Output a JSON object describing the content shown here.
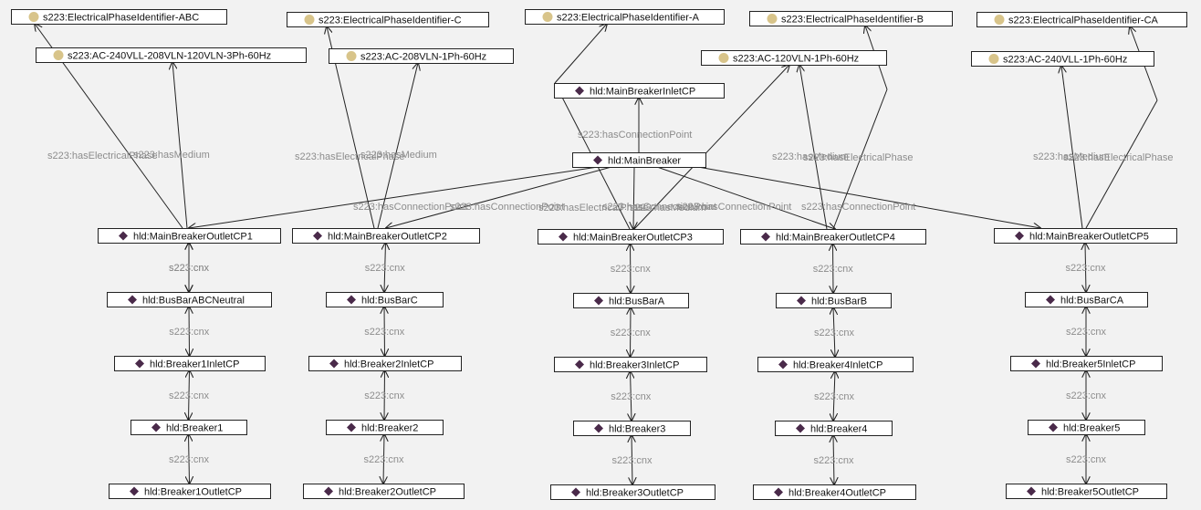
{
  "colors": {
    "background": "#f2f2f2",
    "individual_marker": "#4a2a4a",
    "class_marker": "#d8c48a",
    "edge": "#222222",
    "edge_label": "#8c8c8c"
  },
  "nodes": [
    {
      "id": "phABC",
      "label": "s223:ElectricalPhaseIdentifier-ABC",
      "kind": "class"
    },
    {
      "id": "phC",
      "label": "s223:ElectricalPhaseIdentifier-C",
      "kind": "class"
    },
    {
      "id": "phA",
      "label": "s223:ElectricalPhaseIdentifier-A",
      "kind": "class"
    },
    {
      "id": "phB",
      "label": "s223:ElectricalPhaseIdentifier-B",
      "kind": "class"
    },
    {
      "id": "phCA",
      "label": "s223:ElectricalPhaseIdentifier-CA",
      "kind": "class"
    },
    {
      "id": "med3ph",
      "label": "s223:AC-240VLL-208VLN-120VLN-3Ph-60Hz",
      "kind": "class"
    },
    {
      "id": "med208",
      "label": "s223:AC-208VLN-1Ph-60Hz",
      "kind": "class"
    },
    {
      "id": "med120",
      "label": "s223:AC-120VLN-1Ph-60Hz",
      "kind": "class"
    },
    {
      "id": "med240",
      "label": "s223:AC-240VLL-1Ph-60Hz",
      "kind": "class"
    },
    {
      "id": "mbInlet",
      "label": "hld:MainBreakerInletCP",
      "kind": "individual"
    },
    {
      "id": "mb",
      "label": "hld:MainBreaker",
      "kind": "individual"
    },
    {
      "id": "o1",
      "label": "hld:MainBreakerOutletCP1",
      "kind": "individual"
    },
    {
      "id": "o2",
      "label": "hld:MainBreakerOutletCP2",
      "kind": "individual"
    },
    {
      "id": "o3",
      "label": "hld:MainBreakerOutletCP3",
      "kind": "individual"
    },
    {
      "id": "o4",
      "label": "hld:MainBreakerOutletCP4",
      "kind": "individual"
    },
    {
      "id": "o5",
      "label": "hld:MainBreakerOutletCP5",
      "kind": "individual"
    },
    {
      "id": "bus1",
      "label": "hld:BusBarABCNeutral",
      "kind": "individual"
    },
    {
      "id": "bus2",
      "label": "hld:BusBarC",
      "kind": "individual"
    },
    {
      "id": "bus3",
      "label": "hld:BusBarA",
      "kind": "individual"
    },
    {
      "id": "bus4",
      "label": "hld:BusBarB",
      "kind": "individual"
    },
    {
      "id": "bus5",
      "label": "hld:BusBarCA",
      "kind": "individual"
    },
    {
      "id": "in1",
      "label": "hld:Breaker1InletCP",
      "kind": "individual"
    },
    {
      "id": "in2",
      "label": "hld:Breaker2InletCP",
      "kind": "individual"
    },
    {
      "id": "in3",
      "label": "hld:Breaker3InletCP",
      "kind": "individual"
    },
    {
      "id": "in4",
      "label": "hld:Breaker4InletCP",
      "kind": "individual"
    },
    {
      "id": "in5",
      "label": "hld:Breaker5InletCP",
      "kind": "individual"
    },
    {
      "id": "br1",
      "label": "hld:Breaker1",
      "kind": "individual"
    },
    {
      "id": "br2",
      "label": "hld:Breaker2",
      "kind": "individual"
    },
    {
      "id": "br3",
      "label": "hld:Breaker3",
      "kind": "individual"
    },
    {
      "id": "br4",
      "label": "hld:Breaker4",
      "kind": "individual"
    },
    {
      "id": "br5",
      "label": "hld:Breaker5",
      "kind": "individual"
    },
    {
      "id": "out1",
      "label": "hld:Breaker1OutletCP",
      "kind": "individual"
    },
    {
      "id": "out2",
      "label": "hld:Breaker2OutletCP",
      "kind": "individual"
    },
    {
      "id": "out3",
      "label": "hld:Breaker3OutletCP",
      "kind": "individual"
    },
    {
      "id": "out4",
      "label": "hld:Breaker4OutletCP",
      "kind": "individual"
    },
    {
      "id": "out5",
      "label": "hld:Breaker5OutletCP",
      "kind": "individual"
    }
  ],
  "edges": [
    {
      "from": "mb",
      "to": "mbInlet",
      "label": "s223:hasConnectionPoint"
    },
    {
      "from": "mb",
      "to": "o1",
      "label": "s223:hasConnectionPoint"
    },
    {
      "from": "mb",
      "to": "o2",
      "label": "s223:hasConnectionPoint"
    },
    {
      "from": "mb",
      "to": "o3",
      "label": "s223:hasConnectionPoint"
    },
    {
      "from": "mb",
      "to": "o4",
      "label": "s223:hasConnectionPoint"
    },
    {
      "from": "mb",
      "to": "o5",
      "label": "s223:hasConnectionPoint"
    },
    {
      "from": "o1",
      "to": "phABC",
      "label": "s223:hasElectricalPhase"
    },
    {
      "from": "o1",
      "to": "med3ph",
      "label": "s223:hasMedium"
    },
    {
      "from": "o2",
      "to": "phC",
      "label": "s223:hasElectricalPhase"
    },
    {
      "from": "o2",
      "to": "med208",
      "label": "s223:hasMedium"
    },
    {
      "from": "o3",
      "to": "phA",
      "label": "s223:hasElectricalPhase"
    },
    {
      "from": "o3",
      "to": "med120",
      "label": "s223:hasMedium"
    },
    {
      "from": "o4",
      "to": "phB",
      "label": "s223:hasElectricalPhase"
    },
    {
      "from": "o4",
      "to": "med120",
      "label": "s223:hasMedium"
    },
    {
      "from": "o5",
      "to": "phCA",
      "label": "s223:hasElectricalPhase"
    },
    {
      "from": "o5",
      "to": "med240",
      "label": "s223:hasMedium"
    },
    {
      "from": "o1",
      "to": "bus1",
      "label": "s223:cnx"
    },
    {
      "from": "bus1",
      "to": "o1",
      "label": "s223:cnx"
    },
    {
      "from": "bus1",
      "to": "in1",
      "label": "s223:cnx"
    },
    {
      "from": "in1",
      "to": "br1",
      "label": "s223:cnx"
    },
    {
      "from": "br1",
      "to": "out1",
      "label": "s223:cnx"
    },
    {
      "from": "o2",
      "to": "bus2",
      "label": "s223:cnx"
    },
    {
      "from": "bus2",
      "to": "in2",
      "label": "s223:cnx"
    },
    {
      "from": "in2",
      "to": "br2",
      "label": "s223:cnx"
    },
    {
      "from": "br2",
      "to": "out2",
      "label": "s223:cnx"
    },
    {
      "from": "o3",
      "to": "bus3",
      "label": "s223:cnx"
    },
    {
      "from": "bus3",
      "to": "in3",
      "label": "s223:cnx"
    },
    {
      "from": "in3",
      "to": "br3",
      "label": "s223:cnx"
    },
    {
      "from": "br3",
      "to": "out3",
      "label": "s223:cnx"
    },
    {
      "from": "o4",
      "to": "bus4",
      "label": "s223:cnx"
    },
    {
      "from": "bus4",
      "to": "in4",
      "label": "s223:cnx"
    },
    {
      "from": "in4",
      "to": "br4",
      "label": "s223:cnx"
    },
    {
      "from": "br4",
      "to": "out4",
      "label": "s223:cnx"
    },
    {
      "from": "o5",
      "to": "bus5",
      "label": "s223:cnx"
    },
    {
      "from": "bus5",
      "to": "in5",
      "label": "s223:cnx"
    },
    {
      "from": "in5",
      "to": "br5",
      "label": "s223:cnx"
    },
    {
      "from": "br5",
      "to": "out5",
      "label": "s223:cnx"
    }
  ]
}
